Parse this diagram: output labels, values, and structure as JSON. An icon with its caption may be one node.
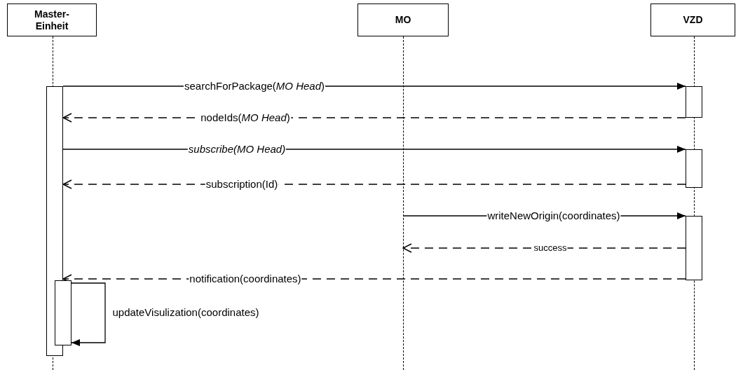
{
  "diagram": {
    "nodes": [
      {
        "text": [
          "Master-Einheit"
        ]
      },
      {
        "text": [
          "MO"
        ]
      },
      {
        "text": [
          "VZD"
        ]
      },
      {
        "text": [],
        "shape": "line"
      },
      {
        "text": [],
        "shape": "line"
      },
      {
        "text": [],
        "shape": "line"
      },
      {
        "text": [],
        "shape": "bar"
      },
      {
        "text": [],
        "shape": "bar"
      },
      {
        "text": [],
        "shape": "bar"
      },
      {
        "text": [],
        "shape": "bar"
      },
      {
        "text": [],
        "shape": "bar"
      }
    ],
    "edges": [
      {
        "from": 6,
        "to": 7,
        "arrow": "to",
        "label": "searchForPackage(*MO Head*)"
      },
      {
        "from": 7,
        "to": 6,
        "arrow": "to",
        "label": "nodeIds(*MO Head*)",
        "style": "dashed"
      },
      {
        "from": 6,
        "to": 8,
        "arrow": "to",
        "label": "subscribe(MO Head)"
      },
      {
        "from": 8,
        "to": 6,
        "arrow": "to",
        "label": "subscription(Id)",
        "style": "dashed"
      },
      {
        "from": 4,
        "to": 9,
        "arrow": "to",
        "label": "writeNewOrigin(coordinates)"
      },
      {
        "from": 9,
        "to": 4,
        "arrow": "to",
        "label": "success",
        "style": "dashed"
      },
      {
        "from": 9,
        "to": 6,
        "arrow": "to",
        "label": "notification(coordinates)",
        "style": "dashed"
      },
      {
        "from": 10,
        "to": 10,
        "arrow": "to",
        "label": "updateVisulization(coordinates)"
      }
    ]
  }
}
